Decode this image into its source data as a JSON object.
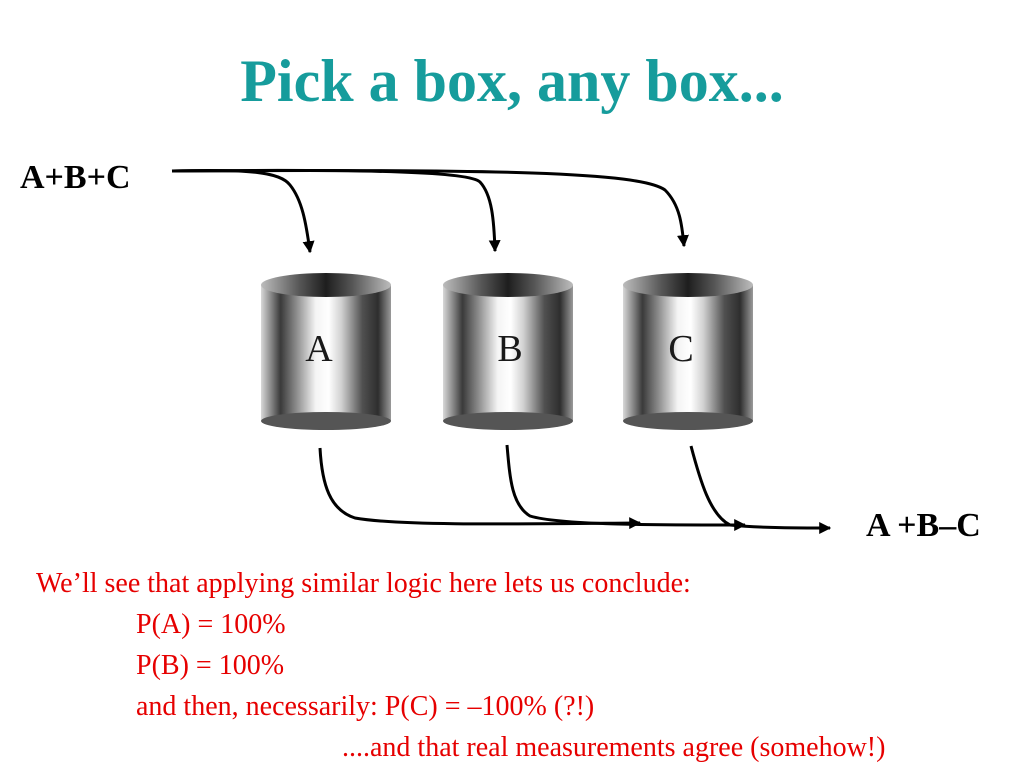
{
  "colors": {
    "title": "#169c9c",
    "text_red": "#e60000",
    "ink": "#000000"
  },
  "title": "Pick a box, any box...",
  "diagram": {
    "input_label": "A+B+C",
    "output_label": "A +B–C",
    "boxes": [
      {
        "id": "a",
        "label": "A"
      },
      {
        "id": "b",
        "label": "B"
      },
      {
        "id": "c",
        "label": "C"
      }
    ]
  },
  "conclusion": {
    "intro": "We’ll see that applying similar logic here lets us conclude:",
    "pa": "P(A) = 100%",
    "pb": "P(B) = 100%",
    "pc": "and then, necessarily: P(C) = –100% (?!)",
    "final": "....and that real measurements agree (somehow!)"
  }
}
